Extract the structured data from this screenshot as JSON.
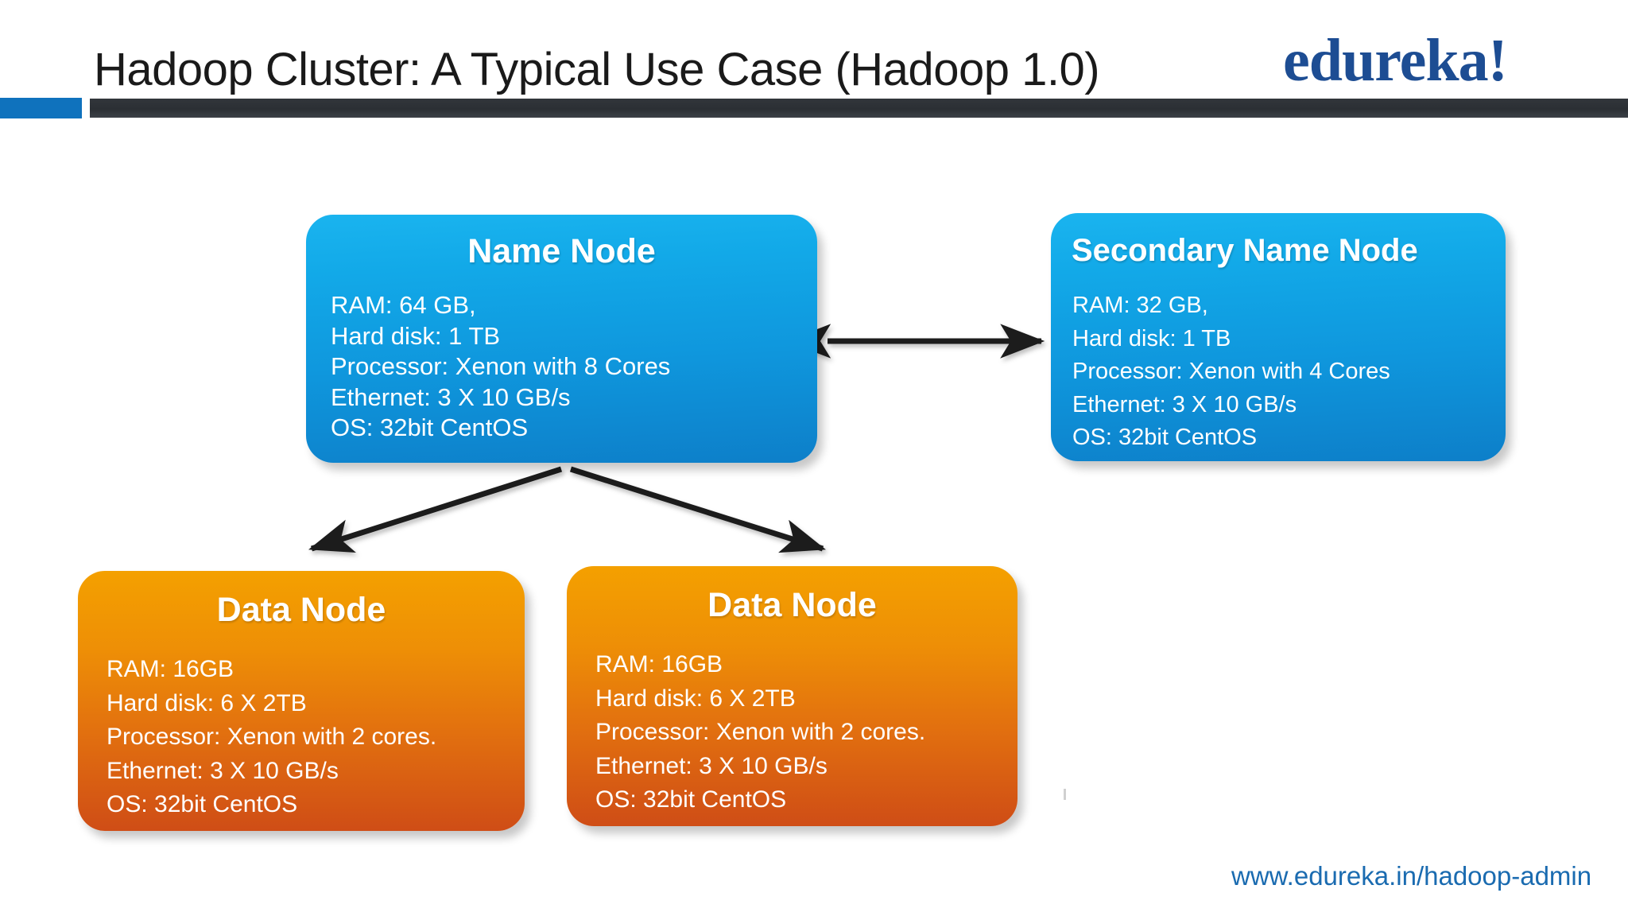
{
  "header": {
    "title": "Hadoop Cluster: A Typical Use Case (Hadoop 1.0)",
    "logo": "edureka!",
    "accent_color": "#0f72bd",
    "rule_color": "#32363b",
    "logo_color": "#1d4d93"
  },
  "diagram": {
    "nodes": [
      {
        "id": "name-node",
        "title": "Name Node",
        "color": "#12a9e8",
        "specs": [
          "RAM:  64 GB,",
          "Hard disk: 1 TB",
          "Processor: Xenon with 8 Cores",
          "Ethernet: 3 X 10 GB/s",
          "OS: 32bit CentOS"
        ]
      },
      {
        "id": "secondary-name-node",
        "title": "Secondary Name Node",
        "color": "#12a9e8",
        "specs": [
          "RAM:  32 GB,",
          "Hard disk: 1 TB",
          "Processor: Xenon with 4 Cores",
          "Ethernet: 3 X 10 GB/s",
          "OS: 32bit CentOS"
        ]
      },
      {
        "id": "data-node-1",
        "title": "Data Node",
        "color": "#e2700f",
        "specs": [
          "RAM: 16GB",
          "Hard disk: 6 X 2TB",
          "Processor: Xenon with 2 cores.",
          "Ethernet: 3 X 10 GB/s",
          "OS: 32bit CentOS"
        ]
      },
      {
        "id": "data-node-2",
        "title": "Data Node",
        "color": "#e2700f",
        "specs": [
          "RAM: 16GB",
          "Hard disk: 6 X 2TB",
          "Processor: Xenon with 2 cores.",
          "Ethernet: 3 X 10 GB/s",
          "OS: 32bit CentOS"
        ]
      }
    ],
    "connectors": [
      {
        "id": "name-to-secondary",
        "from": "name-node",
        "to": "secondary-name-node",
        "style": "double-arrow",
        "color": "#1f1f1f"
      },
      {
        "id": "name-to-data-1",
        "from": "name-node",
        "to": "data-node-1",
        "style": "single-arrow",
        "color": "#1f1f1f"
      },
      {
        "id": "name-to-data-2",
        "from": "name-node",
        "to": "data-node-2",
        "style": "single-arrow",
        "color": "#1f1f1f"
      }
    ]
  },
  "footer": {
    "url": "www.edureka.in/hadoop-admin",
    "color": "#1a6bb0"
  }
}
